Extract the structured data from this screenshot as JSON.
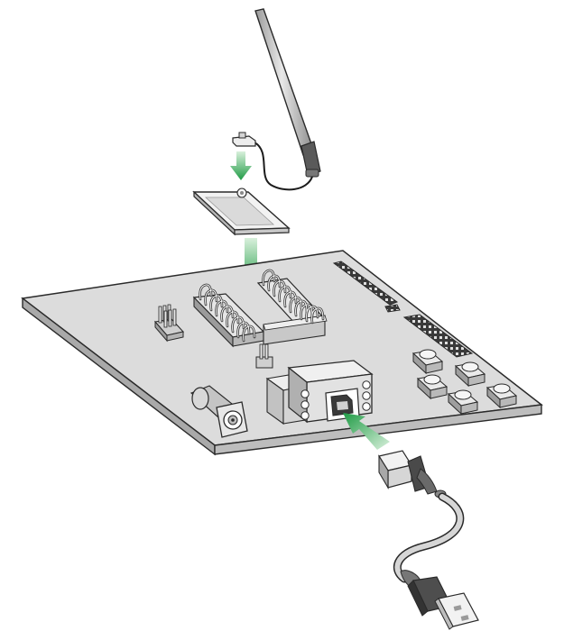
{
  "diagram": {
    "components": [
      {
        "id": "antenna",
        "icon": "antenna-icon"
      },
      {
        "id": "antenna-cable",
        "icon": "coax-cable-icon"
      },
      {
        "id": "radio-module",
        "icon": "rf-module-icon"
      },
      {
        "id": "dev-board",
        "icon": "pcb-board-icon"
      },
      {
        "id": "usb-b-port",
        "icon": "usb-b-port-icon"
      },
      {
        "id": "usb-cable",
        "icon": "usb-cable-icon"
      }
    ],
    "arrows": [
      {
        "id": "cable-to-module",
        "direction": "down"
      },
      {
        "id": "module-to-socket",
        "direction": "down"
      },
      {
        "id": "usb-to-port",
        "direction": "up-left"
      }
    ],
    "colors": {
      "arrow_start": "#d9f0dc",
      "arrow_end": "#1f9b45",
      "board_top": "#dcdcdc",
      "board_side": "#a9a9a9",
      "outline": "#2a2a2a"
    }
  }
}
